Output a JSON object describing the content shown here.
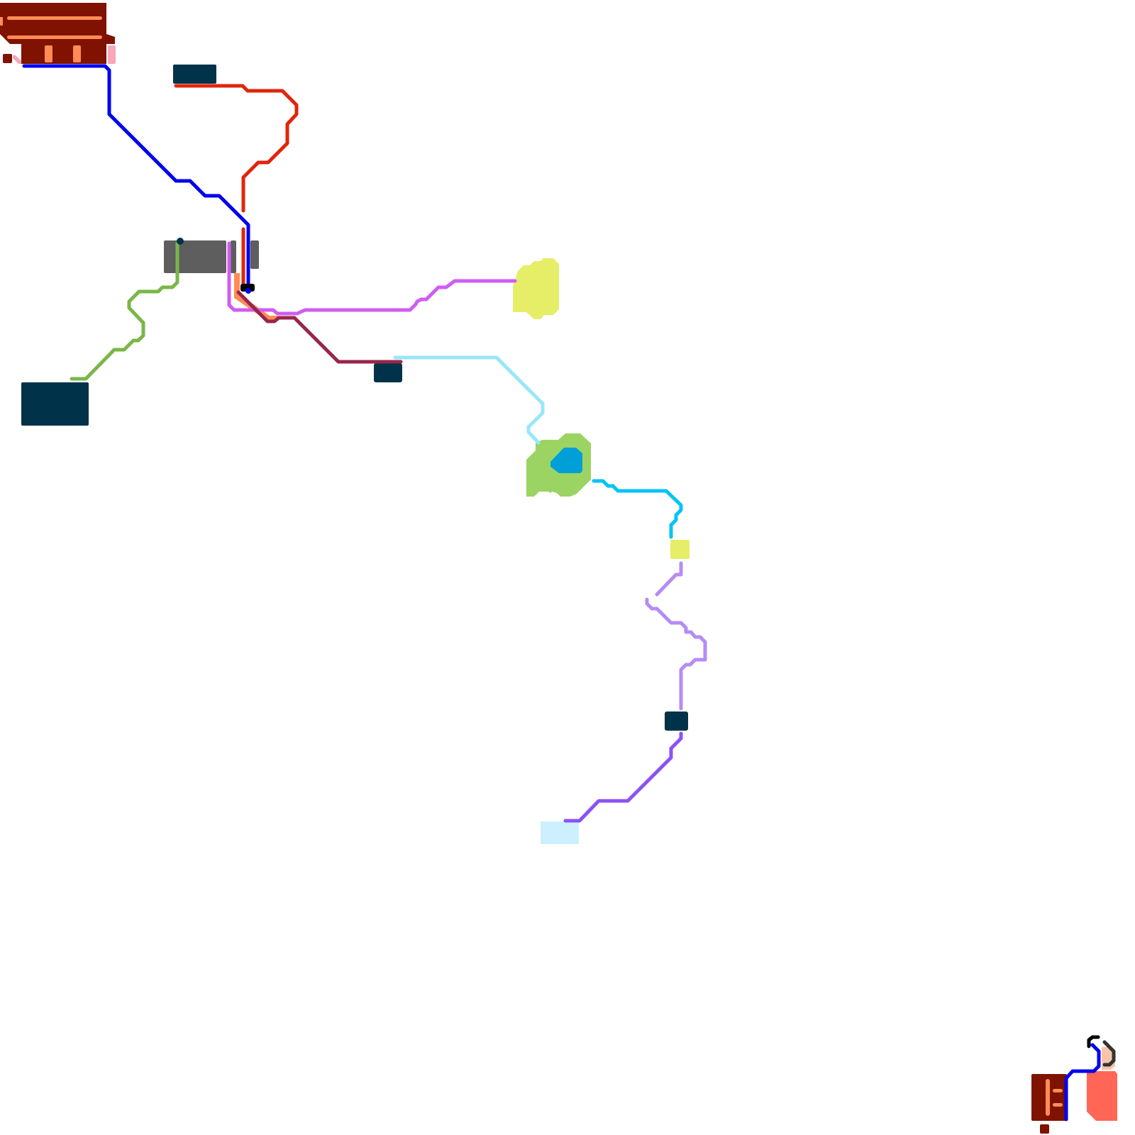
{
  "map": {
    "background_color": "#ffffff",
    "routes": [
      {
        "id": "blue-north",
        "color": "#0000ee"
      },
      {
        "id": "red",
        "color": "#e0250b"
      },
      {
        "id": "green",
        "color": "#7ab648"
      },
      {
        "id": "magenta",
        "color": "#d05cf2"
      },
      {
        "id": "maroon",
        "color": "#98264a"
      },
      {
        "id": "light-blue",
        "color": "#99e6fa"
      },
      {
        "id": "cyan",
        "color": "#00c4f5"
      },
      {
        "id": "lavender",
        "color": "#b58cf5"
      },
      {
        "id": "violet",
        "color": "#8b52f5"
      },
      {
        "id": "blue-south",
        "color": "#0000ee"
      },
      {
        "id": "dark-gray-south",
        "color": "#333333"
      },
      {
        "id": "black-south",
        "color": "#000000"
      }
    ],
    "areas": [
      {
        "id": "dark-red-block-nw",
        "color": "#7f1200"
      },
      {
        "id": "orange-stripes-nw",
        "color": "#ff8c55"
      },
      {
        "id": "pink-accent-nw",
        "color": "#f7a8b8"
      },
      {
        "id": "navy-block-top",
        "color": "#003249"
      },
      {
        "id": "gray-block-center",
        "color": "#5e5e5e"
      },
      {
        "id": "navy-block-west",
        "color": "#003249"
      },
      {
        "id": "navy-block-mid",
        "color": "#003249"
      },
      {
        "id": "yellow-area-east",
        "color": "#e5ee66"
      },
      {
        "id": "green-area",
        "color": "#9bd463"
      },
      {
        "id": "blue-lake",
        "color": "#009fd8"
      },
      {
        "id": "yellow-small",
        "color": "#e5ee66"
      },
      {
        "id": "navy-block-south",
        "color": "#003249"
      },
      {
        "id": "light-cyan-block",
        "color": "#ccf0fd"
      },
      {
        "id": "dark-red-block-se",
        "color": "#7f1200"
      },
      {
        "id": "salmon-block-se",
        "color": "#ff6655"
      },
      {
        "id": "peach-block-se",
        "color": "#f8c5a8"
      }
    ]
  }
}
